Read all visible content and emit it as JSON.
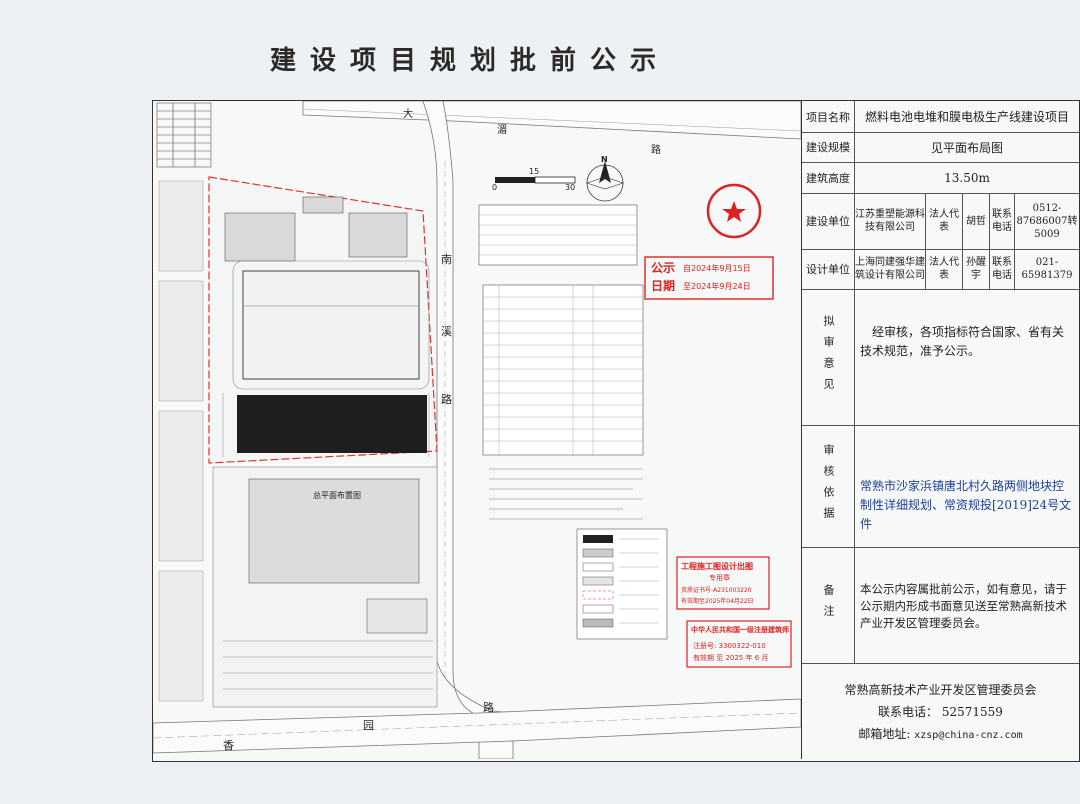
{
  "page_title": "建设项目规划批前公示",
  "info": {
    "project_name_label": "项目名称",
    "project_name": "燃料电池电堆和膜电极生产线建设项目",
    "scale_label": "建设规模",
    "scale": "见平面布局图",
    "height_label": "建筑高度",
    "height": "13.50m",
    "builder_label": "建设单位",
    "builder": "江苏重塑能源科技有限公司",
    "rep_label": "法人代表",
    "builder_rep": "胡哲",
    "phone_label": "联系电话",
    "builder_phone": "0512-87686007转5009",
    "designer_label": "设计单位",
    "designer": "上海同建强华建筑设计有限公司",
    "designer_rep": "孙醒宇",
    "designer_phone": "021-65981379",
    "opinion_label": "拟审意见",
    "opinion": "经审核，各项指标符合国家、省有关技术规范，准予公示。",
    "basis_label": "审核依据",
    "basis": "常熟市沙家浜镇唐北村久路两侧地块控制性详细规划、常资规投[2019]24号文件",
    "remarks_label": "备注",
    "remarks": "本公示内容属批前公示，如有意见，请于公示期内形成书面意见送至常熟高新技术产业开发区管理委员会。",
    "footer_org": "常熟高新技术产业开发区管理委员会",
    "footer_phone": "联系电话：  52571559",
    "footer_email_label": "邮箱地址:",
    "footer_email": "xzsp@china-cnz.com"
  },
  "map": {
    "road_top": [
      "大",
      "湄",
      "路"
    ],
    "road_right": [
      "南",
      "溪",
      "路"
    ],
    "road_bottom": [
      "香",
      "园",
      "路"
    ],
    "scale_marks": [
      "0",
      "15",
      "30"
    ],
    "north": "N",
    "plan_label": "总平面布置图"
  },
  "stamps": {
    "gongshi": "公示",
    "riqi": "日期",
    "from_date": "自2024年9月15日",
    "to_date": "至2024年9月24日",
    "cert_title": "工程施工图设计出图",
    "cert_sub": "专用章",
    "cert_no": "资质证书号-A231003220",
    "cert_valid": "有效期至2025年04月22日",
    "reg_title": "中华人民共和国一级注册建筑师",
    "reg_no": "注册号: 3300322-010",
    "reg_valid": "有效期 至 2025 年 6 月"
  },
  "colors": {
    "stamp": "#d22222",
    "frame": "#333333"
  }
}
